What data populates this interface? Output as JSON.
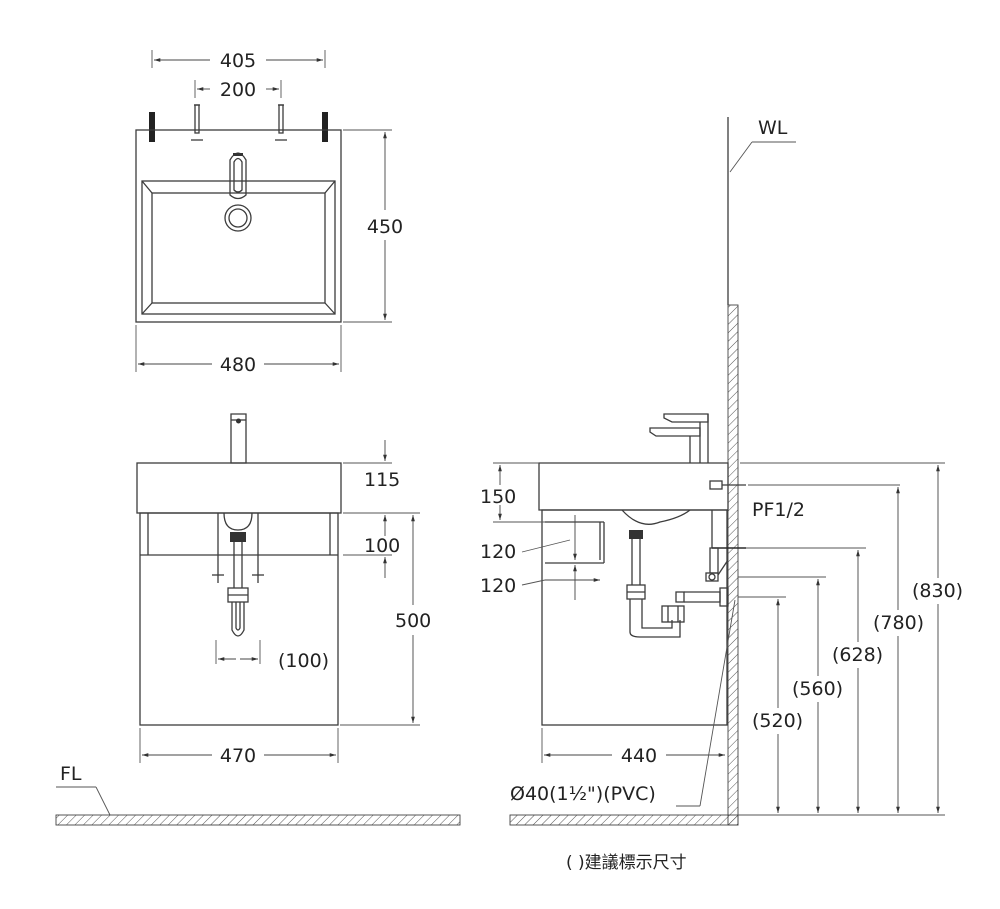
{
  "labels": {
    "top_overall_width": "405",
    "top_inner_width": "200",
    "top_depth": "450",
    "top_basin_width": "480",
    "front_basin_height": "115",
    "front_gap": "100",
    "front_cabinet_height": "500",
    "front_trap_offset": "(100)",
    "front_cabinet_width": "470",
    "floor_level": "FL",
    "wall_level": "WL",
    "side_150": "150",
    "side_120a": "120",
    "side_120b": "120",
    "side_pf": "PF1/2",
    "side_830": "(830)",
    "side_780": "(780)",
    "side_628": "(628)",
    "side_560": "(560)",
    "side_520": "(520)",
    "side_440": "440",
    "drain_pipe": "Ø40(1½\")(PVC)",
    "note": "( )建議標示尺寸"
  }
}
